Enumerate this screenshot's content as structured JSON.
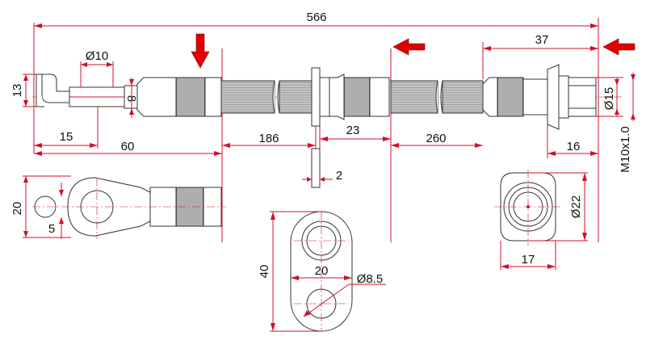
{
  "dimensions": {
    "overall_length": "566",
    "end_fitting_length": "37",
    "pipe_diameter": "Ø10",
    "bend_height": "13",
    "pin_size": "8",
    "bend_offset": "15",
    "left_section": "60",
    "middle_section": "186",
    "bracket_width": "23",
    "right_section": "260",
    "bracket_thickness": "2",
    "nut_length": "16",
    "tube_diameter": "Ø15",
    "thread": "M10x1.0",
    "eye_height": "20",
    "eye_pin": "5",
    "nut_diameter": "Ø22",
    "nut_width": "17",
    "bracket_height": "40",
    "bracket_hole_spacing": "20",
    "bracket_hole": "Ø8.5"
  },
  "colors": {
    "dimension": "#d0112b",
    "outline": "#333333",
    "hose": "#bdbdbd",
    "flow_arrow": "#e00000"
  }
}
